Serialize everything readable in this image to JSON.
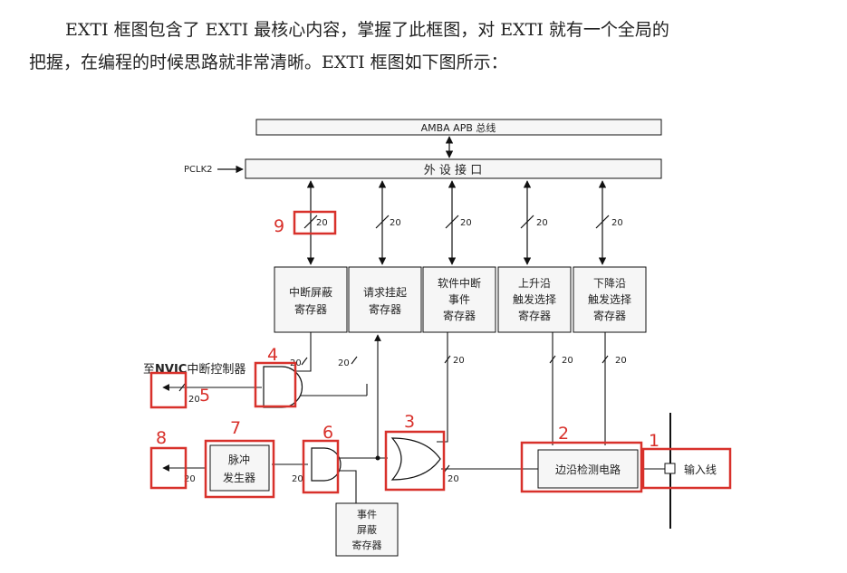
{
  "text": {
    "line1": "EXTI 框图包含了 EXTI 最核心内容，掌握了此框图，对 EXTI 就有一个全局的",
    "line2": "把握，在编程的时候思路就非常清晰。EXTI 框图如下图所示："
  },
  "diagram": {
    "bus_label": "AMBA APB 总线",
    "peripheral_interface": "外 设 接 口",
    "pclk2": "PCLK2",
    "width_label": "20",
    "registers": [
      {
        "line1": "中断屏蔽",
        "line2": "寄存器",
        "line3": ""
      },
      {
        "line1": "请求挂起",
        "line2": "寄存器",
        "line3": ""
      },
      {
        "line1": "软件中断",
        "line2": "事件",
        "line3": "寄存器"
      },
      {
        "line1": "上升沿",
        "line2": "触发选择",
        "line3": "寄存器"
      },
      {
        "line1": "下降沿",
        "line2": "触发选择",
        "line3": "寄存器"
      }
    ],
    "nvic_prefix": "至",
    "nvic_bold": "NVIC",
    "nvic_suffix": "中断控制器",
    "pulse_gen": {
      "line1": "脉冲",
      "line2": "发生器"
    },
    "edge_detect": "边沿检测电路",
    "input_line": "输入线",
    "event_mask": {
      "line1": "事件",
      "line2": "屏蔽",
      "line3": "寄存器"
    },
    "markers": [
      "1",
      "2",
      "3",
      "4",
      "5",
      "6",
      "7",
      "8",
      "9"
    ]
  },
  "colors": {
    "highlight": "#d8312b",
    "line": "#111111",
    "box_fill": "#f6f6f6"
  }
}
